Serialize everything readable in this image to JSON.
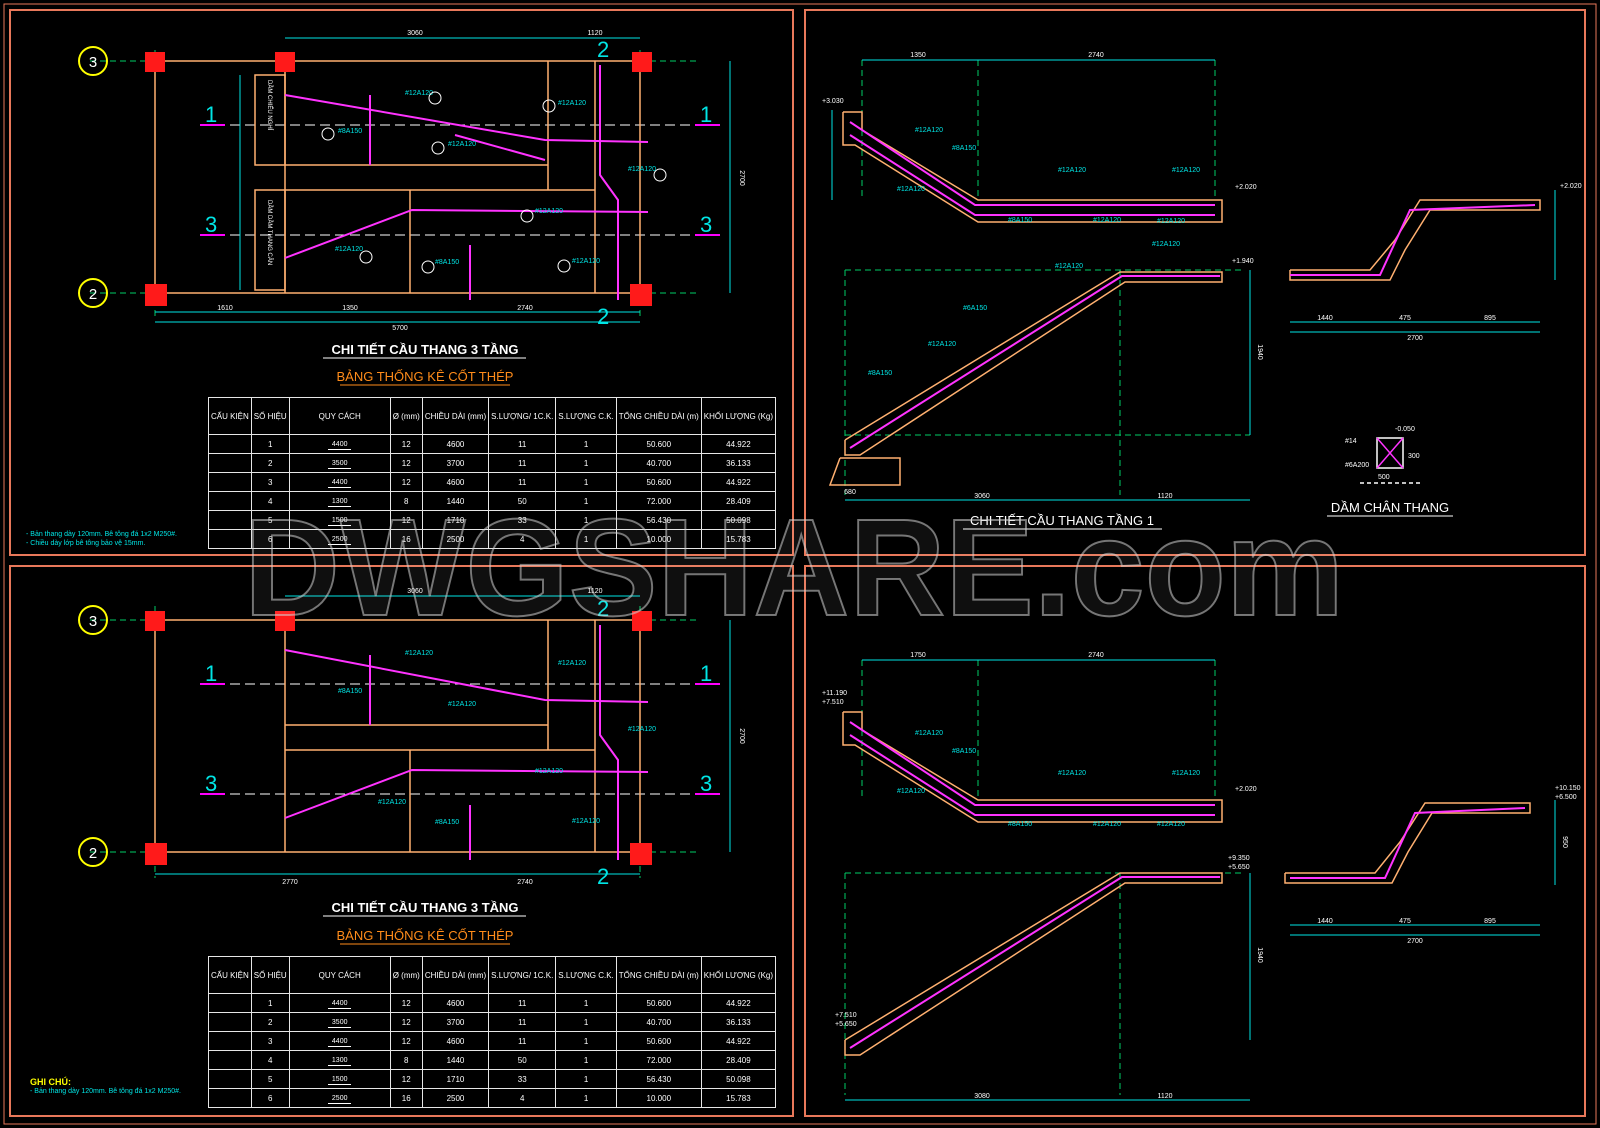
{
  "watermark": "DWGSHARE.com",
  "panels": {
    "top_left": {
      "title": "CHI TIẾT CẦU THANG 3 TẦNG",
      "table_title": "BẢNG THỐNG KÊ CỐT THÉP",
      "axis_labels": [
        "3",
        "2"
      ],
      "section_labels": [
        "1",
        "3",
        "2"
      ],
      "dims_top": [
        "3060",
        "1120"
      ],
      "dims_bottom": [
        "1610",
        "1350",
        "2740",
        "5700"
      ],
      "dim_right": "2700",
      "callouts": [
        "#12A120",
        "#8A150",
        "#12A120",
        "#12A120",
        "#12A120",
        "#12A120",
        "#8A150",
        "#12A120",
        "#12A120"
      ],
      "beam_labels": [
        "DẦM CHIẾU NGHỈ",
        "DẦM DẦM THANG CÂN"
      ],
      "notes": [
        "- Bản thang dày 120mm. Bê tông đá 1x2 M250#.",
        "- Chiều dày lớp bê tông bảo vệ 15mm."
      ]
    },
    "bottom_left": {
      "title": "CHI TIẾT CẦU THANG 3 TẦNG",
      "table_title": "BẢNG THỐNG KÊ CỐT THÉP",
      "dims_bottom": [
        "2770",
        "2740"
      ],
      "notes_heading": "GHI CHÚ:",
      "notes": [
        "- Bản thang dày 120mm. Bê tông đá 1x2 M250#."
      ]
    },
    "top_right": {
      "title": "CHI TIẾT CẦU THANG TẦNG 1",
      "elev": [
        "+3.030",
        "+2.020",
        "+1.940",
        "+2.020"
      ],
      "dims": [
        "1350",
        "2740",
        "3060",
        "1120",
        "1440",
        "475",
        "895",
        "2700",
        "680",
        "1940"
      ],
      "beam_title": "DẦM CHÂN THANG",
      "beam_labels": [
        "-0.050",
        "#14",
        "#6A200",
        "300",
        "500"
      ],
      "callouts": [
        "#12A120",
        "#8A150",
        "#12A120",
        "#12A120",
        "#12A120",
        "#8A150",
        "#12A120",
        "#12A120",
        "#12A120",
        "#12A120",
        "#6A150",
        "#8A150",
        "#12A120"
      ]
    },
    "bottom_right": {
      "elev": [
        "+11.190",
        "+7.510",
        "+2.020",
        "+9.350",
        "+5.650",
        "+7.510",
        "+5.650",
        "+10.150",
        "+6.500"
      ],
      "dims": [
        "1750",
        "2740",
        "3080",
        "1120",
        "1440",
        "475",
        "895",
        "2700",
        "1940",
        "950"
      ]
    }
  },
  "table": {
    "headers": [
      "CẤU KIỆN",
      "SỐ HIỆU",
      "QUY CÁCH",
      "Ø (mm)",
      "CHIỀU DÀI (mm)",
      "S.LƯỢNG/ 1C.K.",
      "S.LƯỢNG C.K.",
      "TỔNG CHIỀU DÀI (m)",
      "KHỐI LƯỢNG (Kg)"
    ],
    "rows": [
      {
        "no": "1",
        "shape": "4400",
        "dia": "12",
        "len": "4600",
        "q1": "11",
        "q2": "1",
        "total": "50.600",
        "kg": "44.922"
      },
      {
        "no": "2",
        "shape": "3500",
        "dia": "12",
        "len": "3700",
        "q1": "11",
        "q2": "1",
        "total": "40.700",
        "kg": "36.133"
      },
      {
        "no": "3",
        "shape": "4400",
        "dia": "12",
        "len": "4600",
        "q1": "11",
        "q2": "1",
        "total": "50.600",
        "kg": "44.922"
      },
      {
        "no": "4",
        "shape": "1300",
        "dia": "8",
        "len": "1440",
        "q1": "50",
        "q2": "1",
        "total": "72.000",
        "kg": "28.409"
      },
      {
        "no": "5",
        "shape": "1500",
        "dia": "12",
        "len": "1710",
        "q1": "33",
        "q2": "1",
        "total": "56.430",
        "kg": "50.098"
      },
      {
        "no": "6",
        "shape": "2500",
        "dia": "16",
        "len": "2500",
        "q1": "4",
        "q2": "1",
        "total": "10.000",
        "kg": "15.783"
      }
    ]
  }
}
